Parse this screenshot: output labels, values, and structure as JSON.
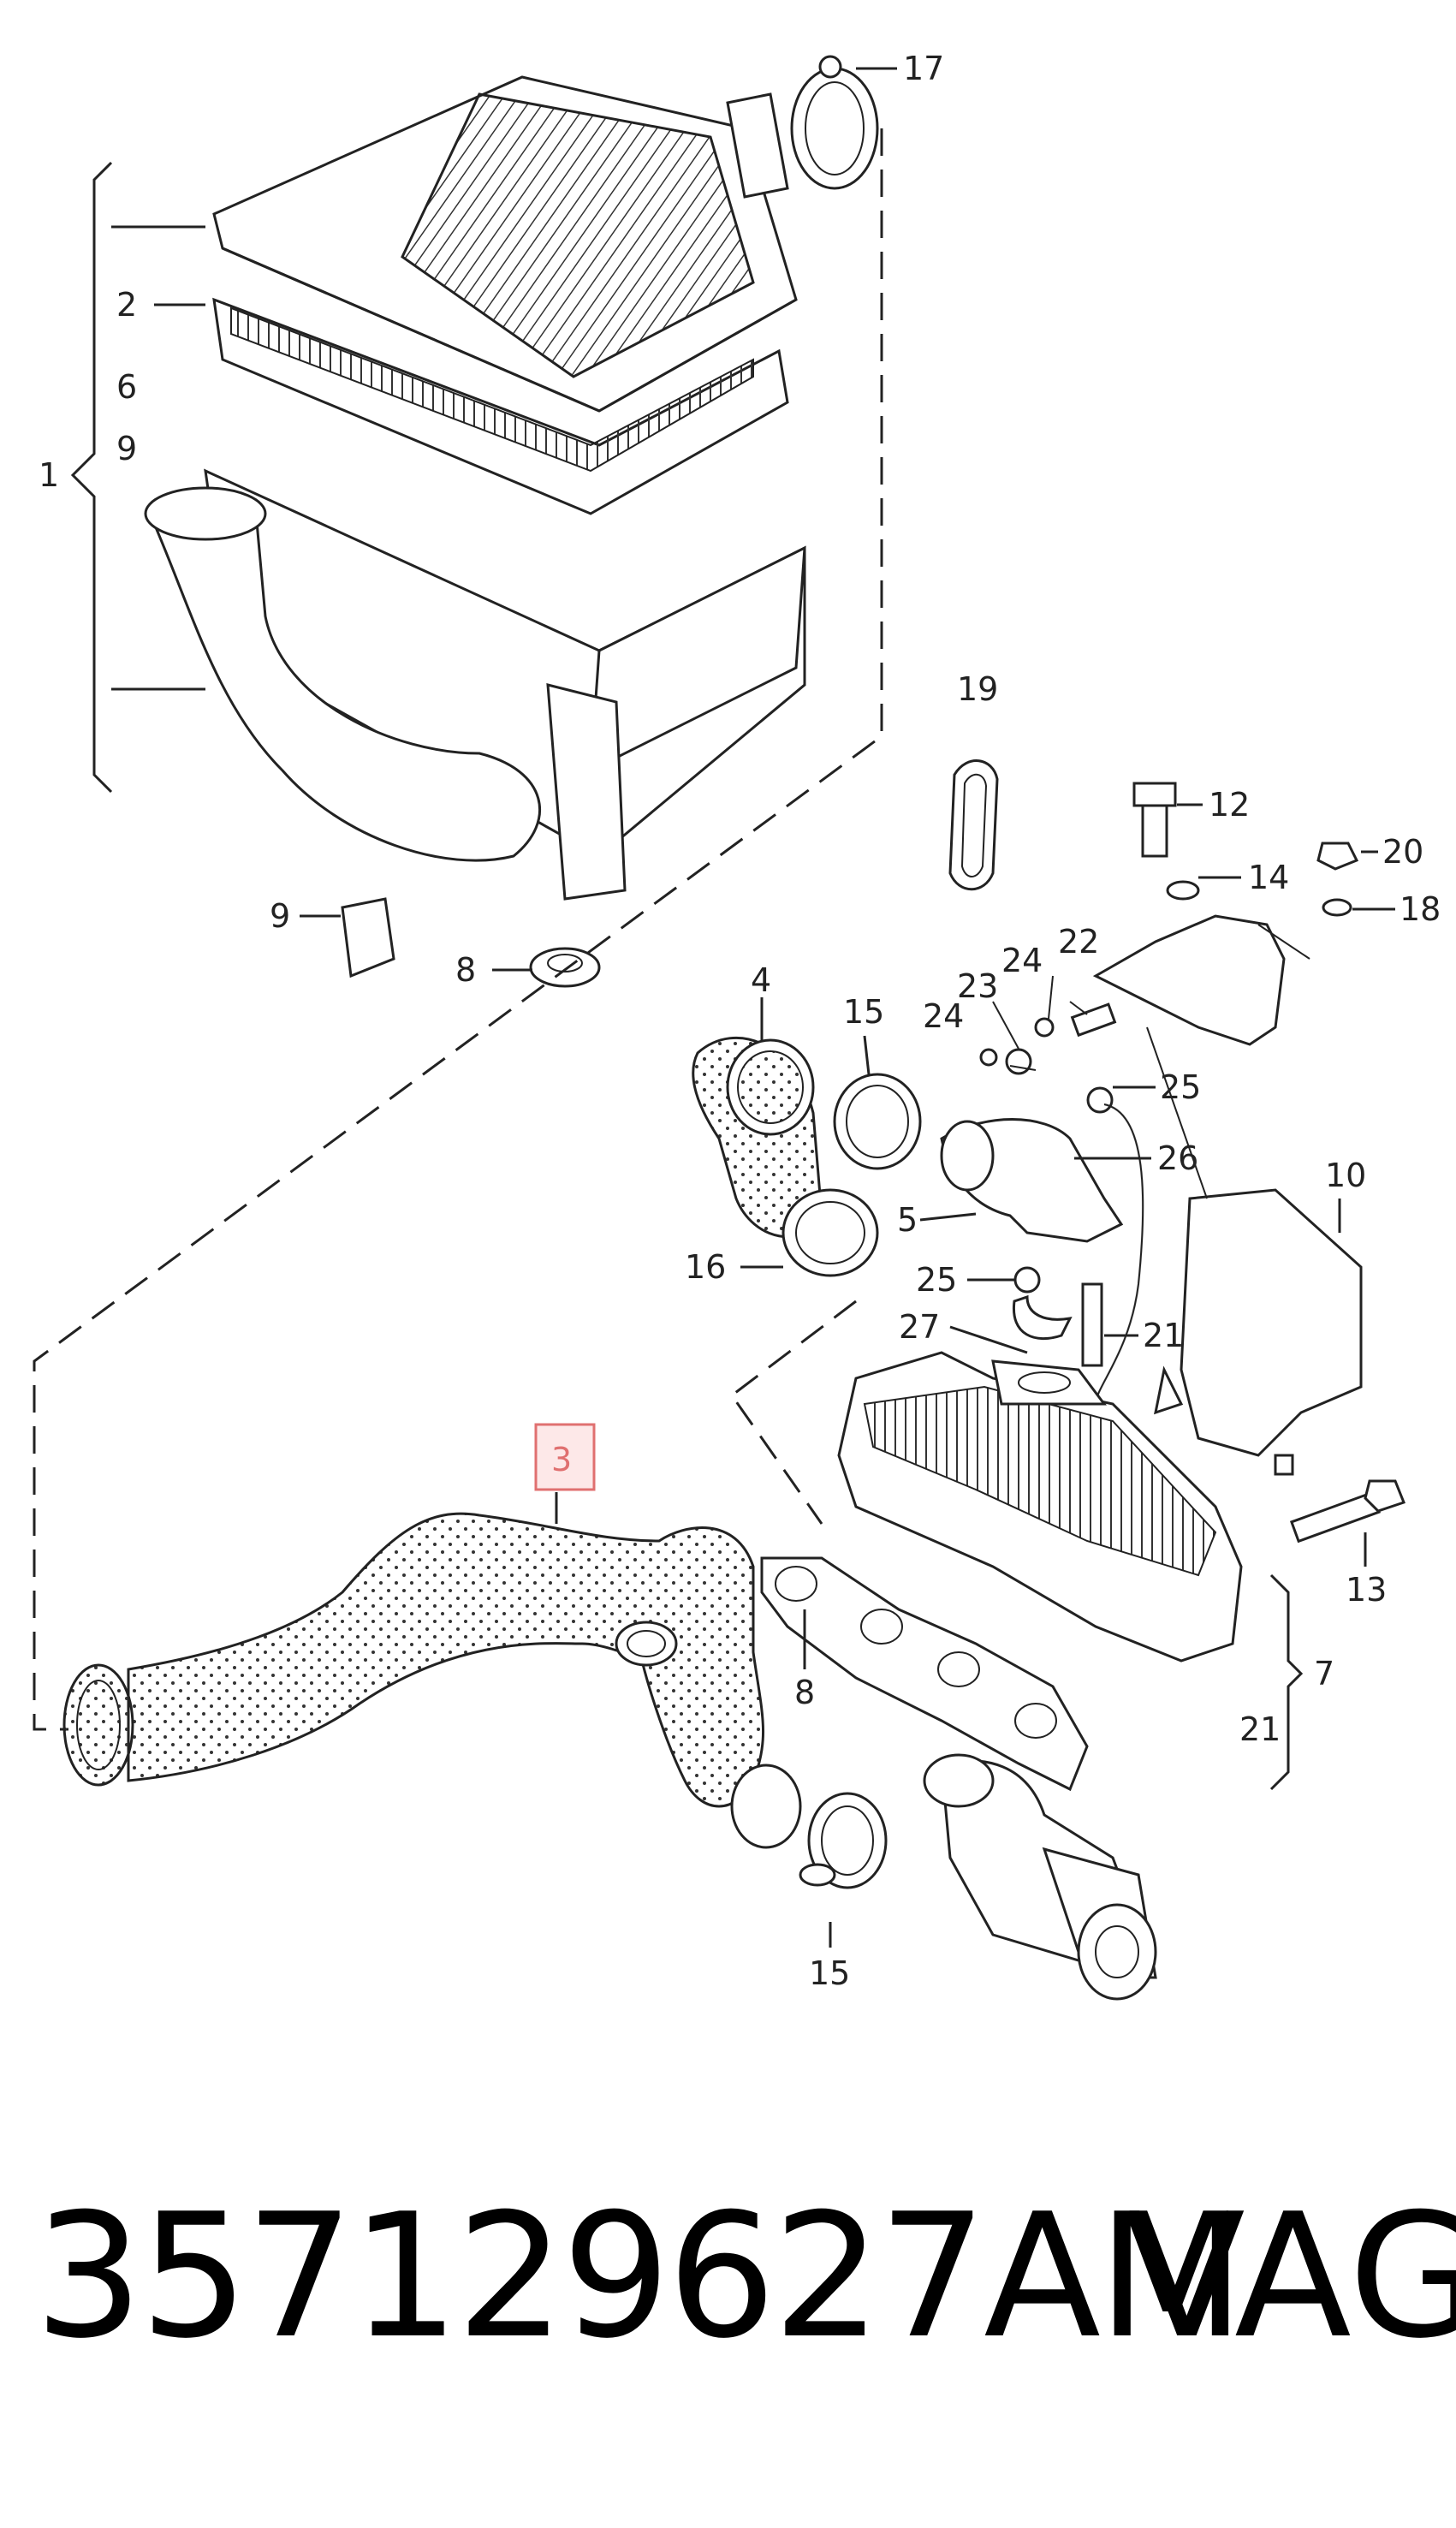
{
  "diagram": {
    "labels": [
      "17",
      "2",
      "6",
      "9",
      "1",
      "19",
      "12",
      "20",
      "14",
      "18",
      "9",
      "8",
      "4",
      "15",
      "24",
      "22",
      "23",
      "24",
      "25",
      "26",
      "10",
      "5",
      "16",
      "25",
      "27",
      "21",
      "3",
      "13",
      "8",
      "7",
      "21",
      "15"
    ],
    "highlight_color": "#e07070"
  },
  "footer": {
    "part_number": "357129627AM",
    "brand": "VAG"
  }
}
